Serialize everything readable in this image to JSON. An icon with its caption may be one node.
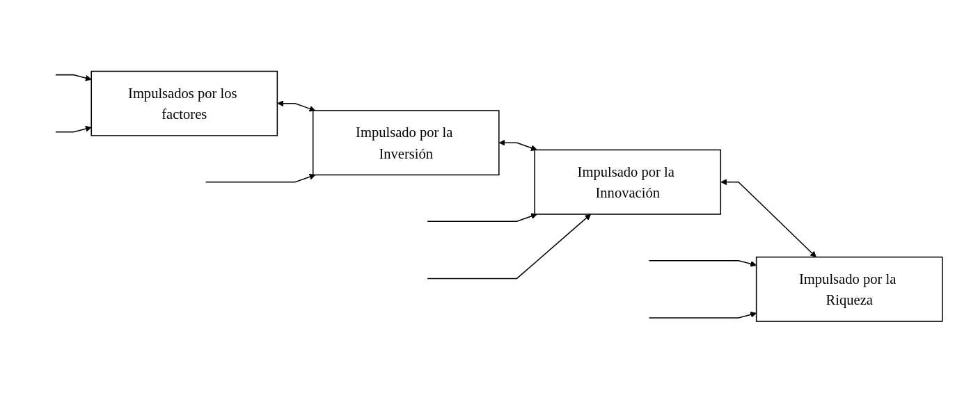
{
  "diagram": {
    "nodes": [
      {
        "text": [
          "Impulsados por los factores"
        ]
      },
      {
        "text": [
          "Impulsado por la Inversión"
        ]
      },
      {
        "text": [
          "Impulsado por la Innovación"
        ]
      },
      {
        "text": [
          "Impulsado por la Riqueza"
        ]
      }
    ],
    "edges": [
      {
        "from": 0,
        "to": 1,
        "arrow": "both"
      },
      {
        "from": 1,
        "to": 2,
        "arrow": "both"
      },
      {
        "from": 2,
        "to": 3,
        "arrow": "both"
      },
      {
        "from": null,
        "to": 0,
        "arrow": "to"
      },
      {
        "from": null,
        "to": 2,
        "arrow": "to"
      },
      {
        "from": null,
        "to": 3,
        "arrow": "to"
      },
      {
        "from": null,
        "to": 0,
        "arrow": "to"
      },
      {
        "from": null,
        "to": 1,
        "arrow": "to"
      },
      {
        "from": null,
        "to": 2,
        "arrow": "to"
      },
      {
        "from": null,
        "to": 3,
        "arrow": "to"
      }
    ]
  }
}
